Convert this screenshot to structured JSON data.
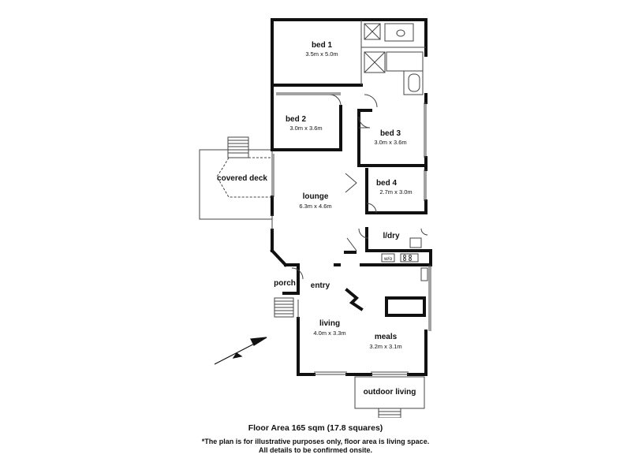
{
  "rooms": {
    "bed1": {
      "name": "bed 1",
      "dims": "3.5m x 5.0m"
    },
    "bed2": {
      "name": "bed 2",
      "dims": "3.0m x 3.6m"
    },
    "bed3": {
      "name": "bed 3",
      "dims": "3.0m x 3.6m"
    },
    "bed4": {
      "name": "bed 4",
      "dims": "2.7m x 3.0m"
    },
    "lounge": {
      "name": "lounge",
      "dims": "6.3m x 4.6m"
    },
    "living": {
      "name": "living",
      "dims": "4.0m x 3.3m"
    },
    "meals": {
      "name": "meals",
      "dims": "3.2m x 3.1m"
    },
    "covered_deck": {
      "name": "covered deck"
    },
    "ldry": {
      "name": "l/dry"
    },
    "porch": {
      "name": "porch"
    },
    "entry": {
      "name": "entry"
    },
    "outdoor_living": {
      "name": "outdoor living"
    },
    "wo": {
      "name": "w/o"
    }
  },
  "footer": {
    "floor_area": "Floor Area 165 sqm (17.8 squares)",
    "disclaimer_line1": "*The plan is for illustrative purposes only, floor area is living space.",
    "disclaimer_line2": "All details to be confirmed onsite."
  }
}
